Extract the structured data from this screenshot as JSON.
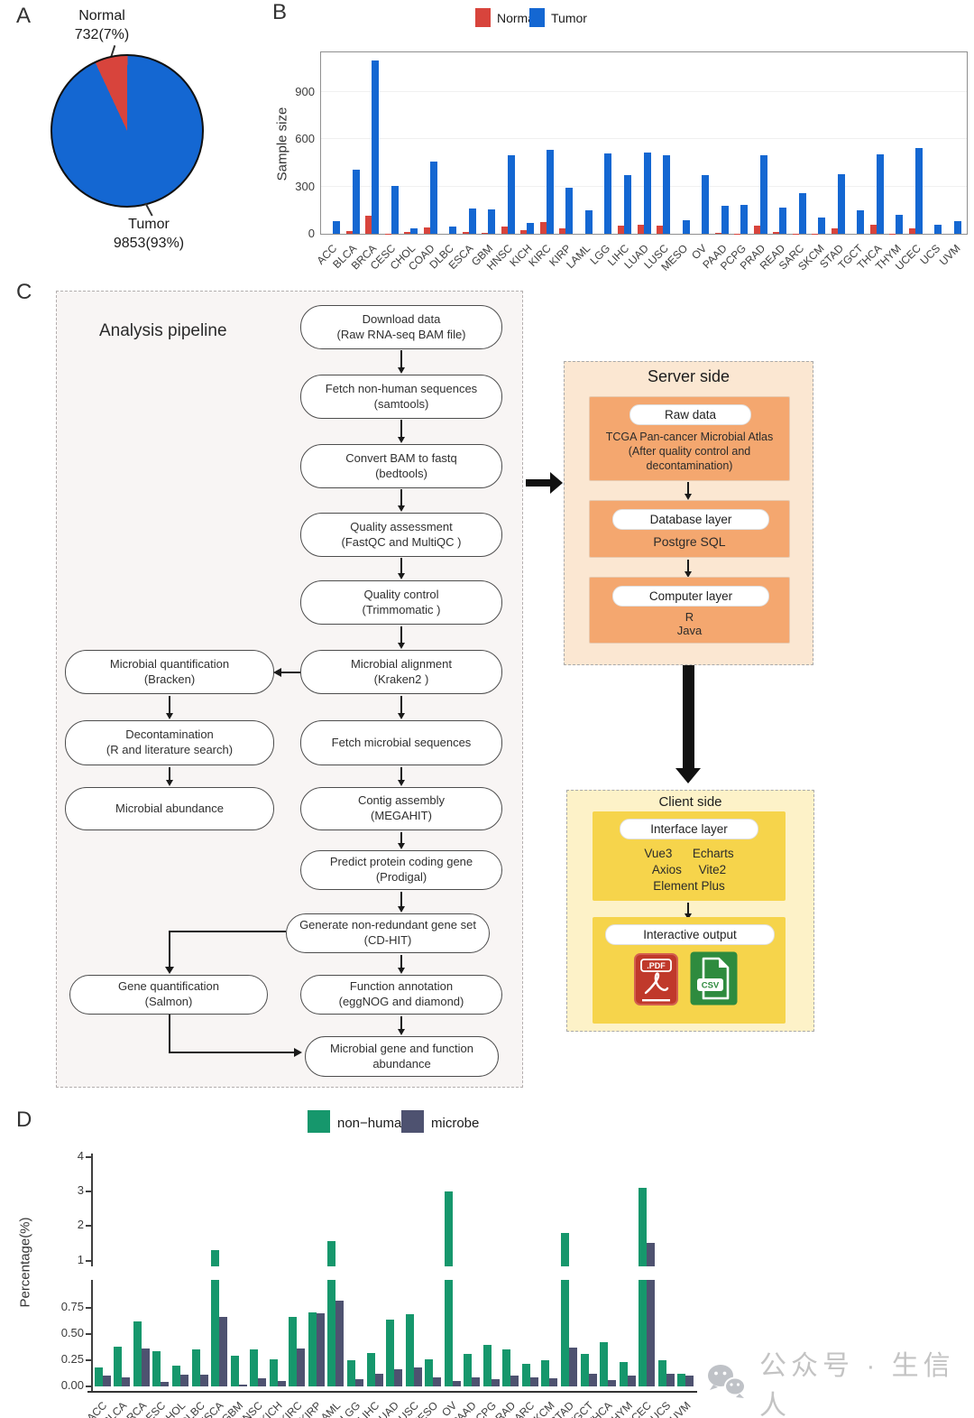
{
  "panelA": {
    "label": "A",
    "normal_name": "Normal",
    "normal_value": "732(7%)",
    "tumor_name": "Tumor",
    "tumor_value": "9853(93%)"
  },
  "panelB": {
    "label": "B",
    "legend_normal": "Normal",
    "legend_tumor": "Tumor",
    "ylabel": "Sample size"
  },
  "panelC": {
    "label": "C",
    "pipeline": {
      "title": "Analysis pipeline",
      "main_nodes": [
        [
          "Download data",
          "(Raw RNA-seq BAM file)"
        ],
        [
          "Fetch non-human sequences",
          "(samtools)"
        ],
        [
          "Convert BAM to fastq",
          "(bedtools)"
        ],
        [
          "Quality assessment",
          "(FastQC and MultiQC )"
        ],
        [
          "Quality control",
          "(Trimmomatic )"
        ],
        [
          "Microbial alignment",
          "(Kraken2 )"
        ],
        [
          "Fetch microbial sequences",
          ""
        ],
        [
          "Contig assembly",
          "(MEGAHIT)"
        ],
        [
          "Predict protein coding gene",
          "(Prodigal)"
        ],
        [
          "Generate non-redundant gene set",
          "(CD-HIT)"
        ],
        [
          "Function annotation",
          "(eggNOG and diamond)"
        ],
        [
          "Microbial gene and function",
          "abundance"
        ]
      ],
      "side_nodes": [
        [
          "Microbial quantification",
          "(Bracken)"
        ],
        [
          "Decontamination",
          "(R and literature search)"
        ],
        [
          "Microbial abundance",
          ""
        ],
        [
          "Gene quantification",
          "(Salmon)"
        ]
      ]
    },
    "server": {
      "title": "Server side",
      "boxes": [
        {
          "pill": "Raw data",
          "lines": [
            "TCGA Pan-cancer Microbial Atlas",
            "(After quality control and",
            "decontamination)"
          ]
        },
        {
          "pill": "Database layer",
          "lines": [
            "Postgre SQL"
          ]
        },
        {
          "pill": "Computer layer",
          "lines": [
            "R",
            "Java"
          ]
        }
      ]
    },
    "client": {
      "title": "Client side",
      "boxes": [
        {
          "pill": "Interface layer",
          "lines": [
            "Vue3      Echarts",
            "Axios     Vite2",
            "Element Plus"
          ]
        },
        {
          "pill": "Interactive output",
          "pdf_label": ".PDF",
          "csv_label": "CSV"
        }
      ]
    }
  },
  "panelD": {
    "label": "D",
    "legend_nonhuman": "non−human",
    "legend_microbe": "microbe",
    "ylabel": "Percentage(%)"
  },
  "watermark": {
    "text": "公众号 · 生信人"
  },
  "chart_data": [
    {
      "id": "panelA_pie",
      "type": "pie",
      "labels": [
        "Normal",
        "Tumor"
      ],
      "values": [
        732,
        9853
      ],
      "percents": [
        "7%",
        "93%"
      ],
      "colors": [
        "#d8443c",
        "#1467d2"
      ],
      "note": "red Normal slice ~25deg wide ending at 12 o'clock"
    },
    {
      "id": "panelB_sample_size",
      "type": "bar",
      "title": "",
      "xlabel": "",
      "ylabel": "Sample size",
      "ylim": [
        0,
        1160
      ],
      "yticks": [
        0,
        300,
        600,
        900
      ],
      "grid": true,
      "legend_position": "top",
      "categories": [
        "ACC",
        "BLCA",
        "BRCA",
        "CESC",
        "CHOL",
        "COAD",
        "DLBC",
        "ESCA",
        "GBM",
        "HNSC",
        "KICH",
        "KIRC",
        "KIRP",
        "LAML",
        "LGG",
        "LIHC",
        "LUAD",
        "LUSC",
        "MESO",
        "OV",
        "PAAD",
        "PCPG",
        "PRAD",
        "READ",
        "SARC",
        "SKCM",
        "STAD",
        "TGCT",
        "THCA",
        "THYM",
        "UCEC",
        "UCS",
        "UVM"
      ],
      "series": [
        {
          "name": "Normal",
          "color": "#d8443c",
          "values": [
            0,
            19,
            113,
            3,
            9,
            41,
            0,
            11,
            5,
            44,
            25,
            72,
            32,
            0,
            0,
            50,
            59,
            49,
            0,
            0,
            4,
            3,
            52,
            10,
            2,
            1,
            32,
            0,
            59,
            2,
            35,
            0,
            0
          ]
        },
        {
          "name": "Tumor",
          "color": "#1467d2",
          "values": [
            79,
            408,
            1095,
            304,
            36,
            455,
            48,
            161,
            155,
            500,
            66,
            530,
            289,
            150,
            511,
            371,
            515,
            500,
            86,
            374,
            178,
            182,
            497,
            166,
            259,
            103,
            375,
            150,
            505,
            120,
            545,
            56,
            80
          ]
        }
      ]
    },
    {
      "id": "panelD_percentage",
      "type": "bar",
      "title": "",
      "xlabel": "",
      "ylabel": "Percentage(%)",
      "broken_axis": true,
      "upper_ticks": [
        1,
        2,
        3,
        4
      ],
      "lower_ticks": [
        0.75,
        0.5,
        0.25,
        0.0
      ],
      "grid": false,
      "legend_position": "top",
      "categories": [
        "ACC",
        "BLCA",
        "BRCA",
        "CESC",
        "CHOL",
        "DLBC",
        "ESCA",
        "GBM",
        "HNSC",
        "KICH",
        "KIRC",
        "KIRP",
        "LAML",
        "LGG",
        "LIHC",
        "LUAD",
        "LUSC",
        "MESO",
        "OV",
        "PAAD",
        "PCPG",
        "PRAD",
        "SARC",
        "SKCM",
        "STAD",
        "TGCT",
        "THCA",
        "THYM",
        "UCEC",
        "UCS",
        "UVM"
      ],
      "series": [
        {
          "name": "non−human",
          "color": "#16976c",
          "values": [
            0.18,
            0.38,
            0.62,
            0.34,
            0.2,
            0.35,
            1.3,
            0.29,
            0.35,
            0.26,
            0.66,
            0.71,
            1.55,
            0.25,
            0.32,
            0.64,
            0.69,
            0.26,
            3.0,
            0.31,
            0.4,
            0.35,
            0.22,
            0.25,
            1.8,
            0.31,
            0.42,
            0.23,
            3.1,
            0.25,
            0.12
          ]
        },
        {
          "name": "microbe",
          "color": "#4e5270",
          "values": [
            0.1,
            0.09,
            0.36,
            0.04,
            0.11,
            0.11,
            0.66,
            0.02,
            0.08,
            0.05,
            0.36,
            0.7,
            0.82,
            0.07,
            0.12,
            0.16,
            0.18,
            0.09,
            0.05,
            0.09,
            0.07,
            0.1,
            0.09,
            0.08,
            0.37,
            0.12,
            0.06,
            0.1,
            1.5,
            0.12,
            0.1
          ]
        }
      ]
    }
  ]
}
